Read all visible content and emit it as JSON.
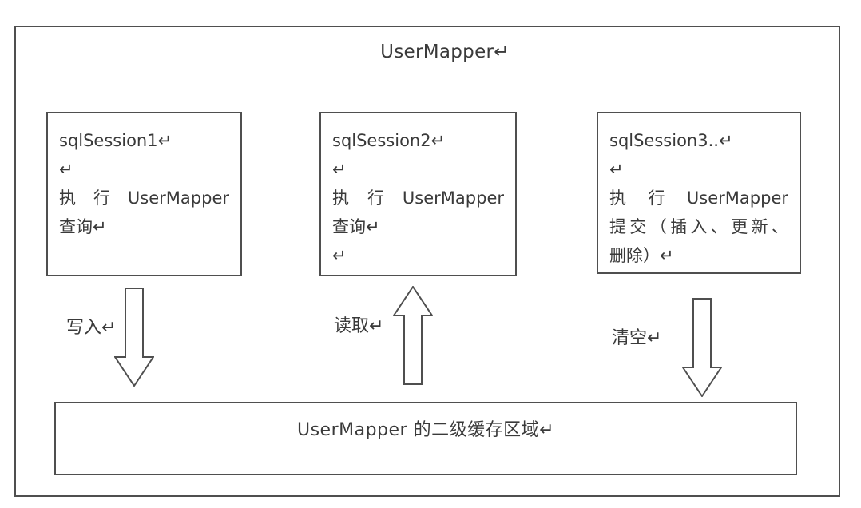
{
  "diagram": {
    "title": "UserMapper↵",
    "session_boxes": [
      {
        "lines": [
          "sqlSession1↵",
          "↵",
          "执 行 UserMapper",
          "查询↵"
        ]
      },
      {
        "lines": [
          "sqlSession2↵",
          "↵",
          "执 行 UserMapper",
          "查询↵",
          "↵"
        ]
      },
      {
        "lines": [
          "sqlSession3..↵",
          "↵",
          "执 行 UserMapper",
          "提交（插入、更新、",
          "删除）↵"
        ]
      }
    ],
    "arrows": [
      {
        "label": "写入↵",
        "direction": "down"
      },
      {
        "label": "读取↵",
        "direction": "up"
      },
      {
        "label": "清空↵",
        "direction": "down"
      }
    ],
    "cache_box_label": "UserMapper 的二级缓存区域↵"
  },
  "colors": {
    "border": "#4f4f4f",
    "text": "#3a3a3a",
    "background": "#ffffff"
  }
}
